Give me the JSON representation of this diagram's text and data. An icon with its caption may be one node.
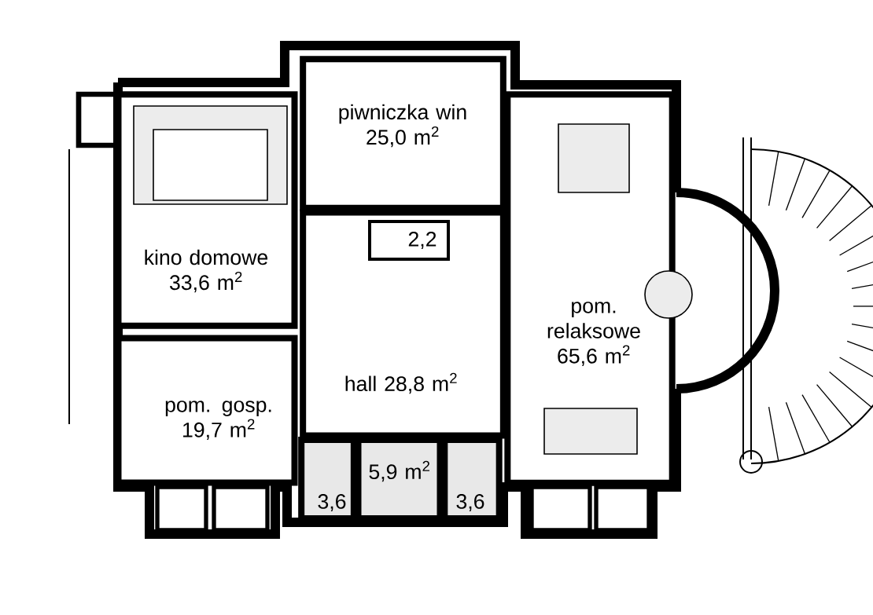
{
  "diagram": {
    "nodes": [
      {
        "text": [
          "kino domowe",
          "33,6 m$^{2}$"
        ]
      },
      {
        "text": [
          "piwniczka win",
          "25,0 m$^{2}$"
        ]
      },
      {
        "text": [
          "hall 28,8 m$^{2}$"
        ]
      },
      {
        "text": [
          "2,2"
        ],
        "in": 2
      },
      {
        "text": [
          "pom. relaksowe",
          "65,6 m$^{2}$"
        ]
      },
      {
        "text": [
          "pom. gosp.",
          "19,7 m$^{2}$"
        ]
      },
      {
        "text": [
          "5,9 m$^{2}$"
        ]
      },
      {
        "text": [
          "3,6"
        ]
      },
      {
        "text": [
          "3,6"
        ]
      }
    ]
  }
}
